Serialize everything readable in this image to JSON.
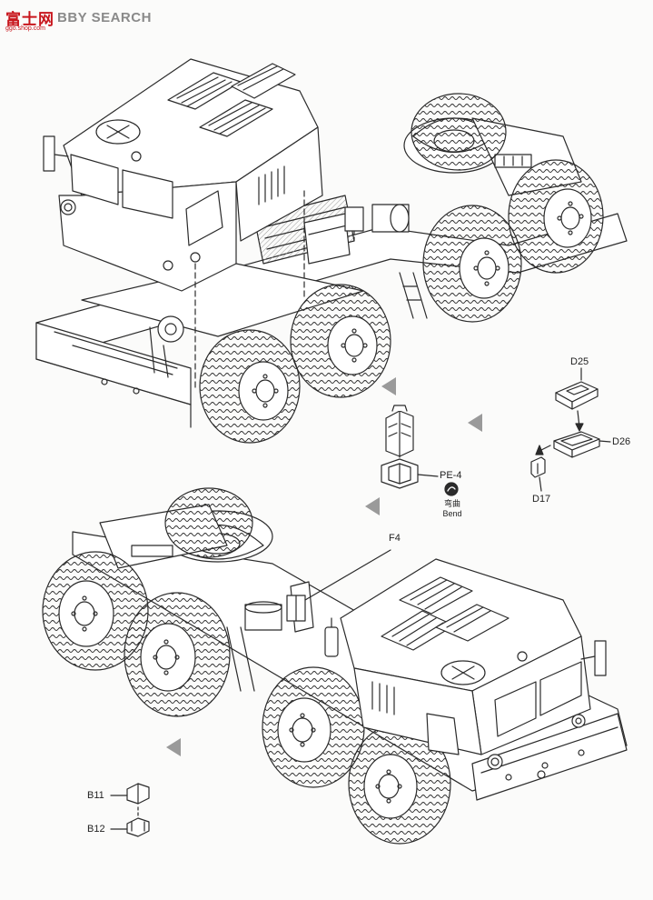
{
  "watermark": {
    "logo": "富士网",
    "text": "BBY SEARCH",
    "url": "ggo.shop.com"
  },
  "callouts": {
    "d25": "D25",
    "d26": "D26",
    "d17": "D17",
    "pe4": "PE-4",
    "f4": "F4",
    "b11": "B11",
    "b12": "B12"
  },
  "bend": {
    "chinese": "弯曲",
    "english": "Bend",
    "icon": "bend-icon"
  },
  "colors": {
    "line": "#2b2b2b",
    "hatch": "#9a9a9a",
    "watermark_red": "#c8161d"
  }
}
